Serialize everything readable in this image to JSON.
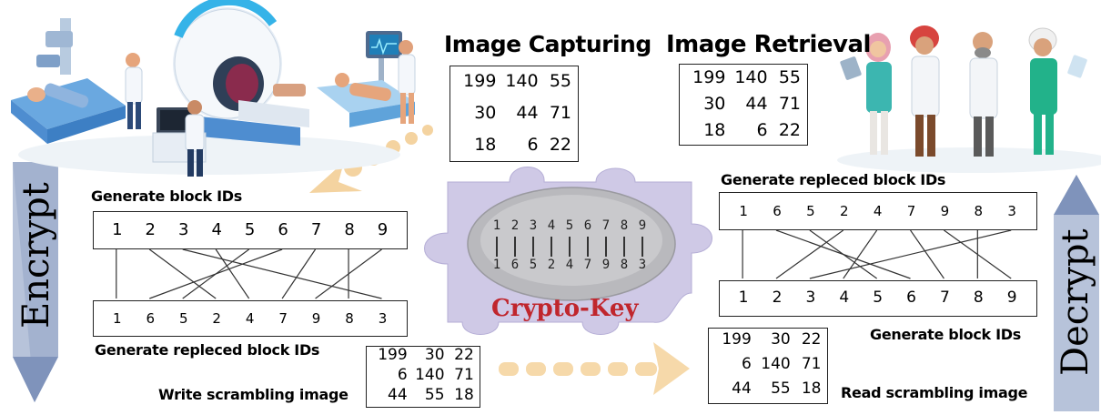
{
  "titles": {
    "capturing": "Image Capturing",
    "retrieval": "Image Retrieval"
  },
  "labels": {
    "gen_block_left": "Generate block IDs",
    "gen_replaced_left": "Generate repleced block IDs",
    "write_scrambling": "Write scrambling image",
    "gen_replaced_right": "Generate repleced block IDs",
    "gen_block_right": "Generate block IDs",
    "read_scrambling": "Read scrambling image"
  },
  "ribbons": {
    "encrypt": "Encrypt",
    "decrypt": "Decrypt"
  },
  "crypto_key": {
    "label": "Crypto-Key",
    "top_digits": [
      "1",
      "2",
      "3",
      "4",
      "5",
      "6",
      "7",
      "8",
      "9"
    ],
    "bottom_digits": [
      "1",
      "6",
      "5",
      "2",
      "4",
      "7",
      "9",
      "8",
      "3"
    ]
  },
  "matrices": {
    "capturing": [
      [
        "199",
        "140",
        "55"
      ],
      [
        "30",
        "44",
        "71"
      ],
      [
        "18",
        "6",
        "22"
      ]
    ],
    "retrieval": [
      [
        "199",
        "140",
        "55"
      ],
      [
        "30",
        "44",
        "71"
      ],
      [
        "18",
        "6",
        "22"
      ]
    ],
    "scrambled_write": [
      [
        "199",
        "30",
        "22"
      ],
      [
        "6",
        "140",
        "71"
      ],
      [
        "44",
        "55",
        "18"
      ]
    ],
    "scrambled_read": [
      [
        "199",
        "30",
        "22"
      ],
      [
        "6",
        "140",
        "71"
      ],
      [
        "44",
        "55",
        "18"
      ]
    ]
  },
  "block_ids": {
    "left_top": [
      "1",
      "2",
      "3",
      "4",
      "5",
      "6",
      "7",
      "8",
      "9"
    ],
    "left_bottom": [
      "1",
      "6",
      "5",
      "2",
      "4",
      "7",
      "9",
      "8",
      "3"
    ],
    "right_top": [
      "1",
      "6",
      "5",
      "2",
      "4",
      "7",
      "9",
      "8",
      "3"
    ],
    "right_bottom": [
      "1",
      "2",
      "3",
      "4",
      "5",
      "6",
      "7",
      "8",
      "9"
    ]
  },
  "colors": {
    "ribbon": "#9fb0cc",
    "ribbon_dark": "#7b8db2",
    "puzzle": "#c8c2e2",
    "arrow": "#f6d7a8",
    "crypto_text": "#c0262d"
  },
  "icons": {
    "scanner_scene": "medical-imaging-room-illustration",
    "doctors_group": "doctors-group-illustration"
  }
}
